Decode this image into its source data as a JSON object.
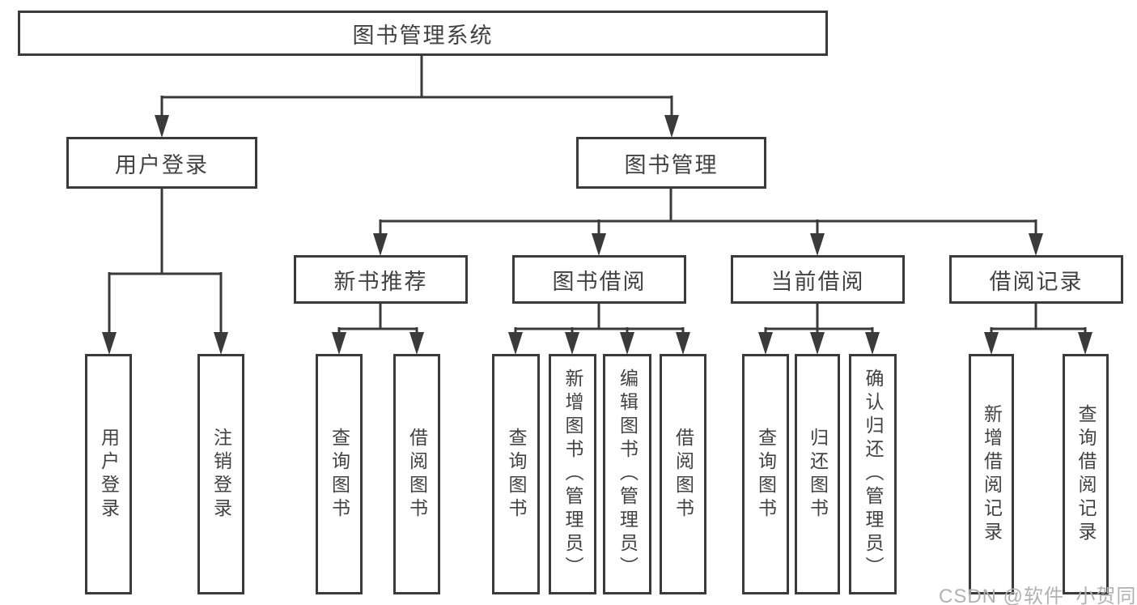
{
  "diagram": {
    "title": "图书管理系统",
    "root": {
      "label": "图书管理系统"
    },
    "level2": [
      {
        "id": "user-login",
        "label": "用户登录"
      },
      {
        "id": "book-management",
        "label": "图书管理"
      }
    ],
    "level3": [
      {
        "id": "new-book-recommend",
        "label": "新书推荐",
        "parent": "book-management"
      },
      {
        "id": "book-borrow",
        "label": "图书借阅",
        "parent": "book-management"
      },
      {
        "id": "current-borrow",
        "label": "当前借阅",
        "parent": "book-management"
      },
      {
        "id": "borrow-records",
        "label": "借阅记录",
        "parent": "book-management"
      }
    ],
    "leaves": [
      {
        "id": "leaf-user-login",
        "label": "用户登录",
        "parent": "user-login"
      },
      {
        "id": "leaf-logout",
        "label": "注销登录",
        "parent": "user-login"
      },
      {
        "id": "leaf-query-book-recommend",
        "label": "查询图书",
        "parent": "new-book-recommend"
      },
      {
        "id": "leaf-borrow-book-recommend",
        "label": "借阅图书",
        "parent": "new-book-recommend"
      },
      {
        "id": "leaf-query-book-borrow",
        "label": "查询图书",
        "parent": "book-borrow"
      },
      {
        "id": "leaf-add-book-admin",
        "label": "新增图书（管理员）",
        "parent": "book-borrow"
      },
      {
        "id": "leaf-edit-book-admin",
        "label": "编辑图书（管理员）",
        "parent": "book-borrow"
      },
      {
        "id": "leaf-borrow-book",
        "label": "借阅图书",
        "parent": "book-borrow"
      },
      {
        "id": "leaf-query-book-current",
        "label": "查询图书",
        "parent": "current-borrow"
      },
      {
        "id": "leaf-return-book",
        "label": "归还图书",
        "parent": "current-borrow"
      },
      {
        "id": "leaf-confirm-return-admin",
        "label": "确认归还（管理员）",
        "parent": "current-borrow"
      },
      {
        "id": "leaf-add-borrow-record",
        "label": "新增借阅记录",
        "parent": "borrow-records"
      },
      {
        "id": "leaf-query-borrow-record",
        "label": "查询借阅记录",
        "parent": "borrow-records"
      }
    ],
    "watermark": "CSDN @软件_小贺同学",
    "colors": {
      "line": "#3a3a3a",
      "box_border": "#3a3a3a",
      "text": "#424242",
      "watermark": "#b1b1b1",
      "background": "#ffffff"
    }
  }
}
